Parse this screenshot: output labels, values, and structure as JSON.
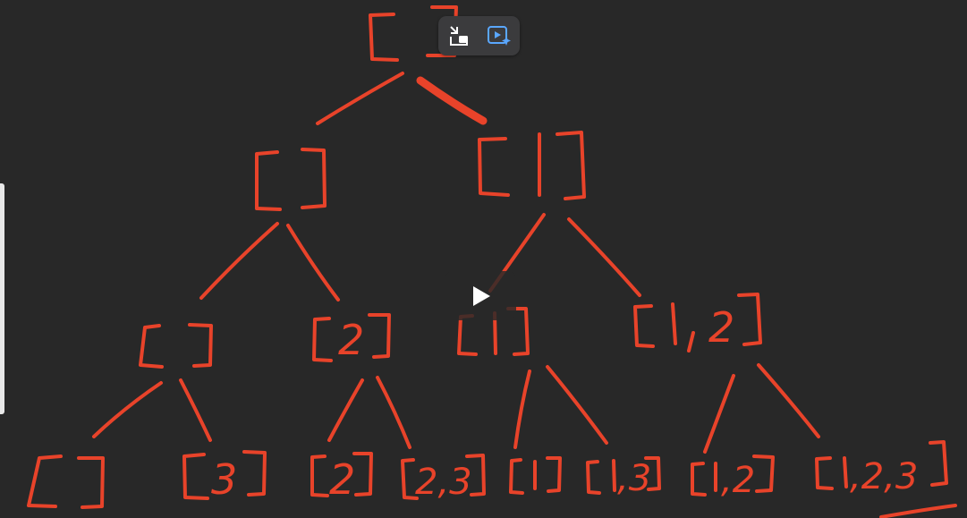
{
  "colors": {
    "background": "#282828",
    "ink": "#e8432a",
    "toolbar": "#3b3b3d"
  },
  "toolbar": {
    "buttons": [
      {
        "icon": "picture-in-picture-exit-icon"
      },
      {
        "icon": "ai-video-sparkle-icon"
      }
    ]
  },
  "overlay": {
    "play_icon": "play-icon"
  },
  "tree": {
    "root": "[ ]",
    "level1": [
      "[ ]",
      "[1]"
    ],
    "level2": [
      "[ ]",
      "[2]",
      "[1]",
      "[1,2]"
    ],
    "leaves": [
      "[ ]",
      "[3]",
      "[2]",
      "[2,3]",
      "[1]",
      "[1,3]",
      "[1,2]",
      "[1,2,3]"
    ]
  }
}
